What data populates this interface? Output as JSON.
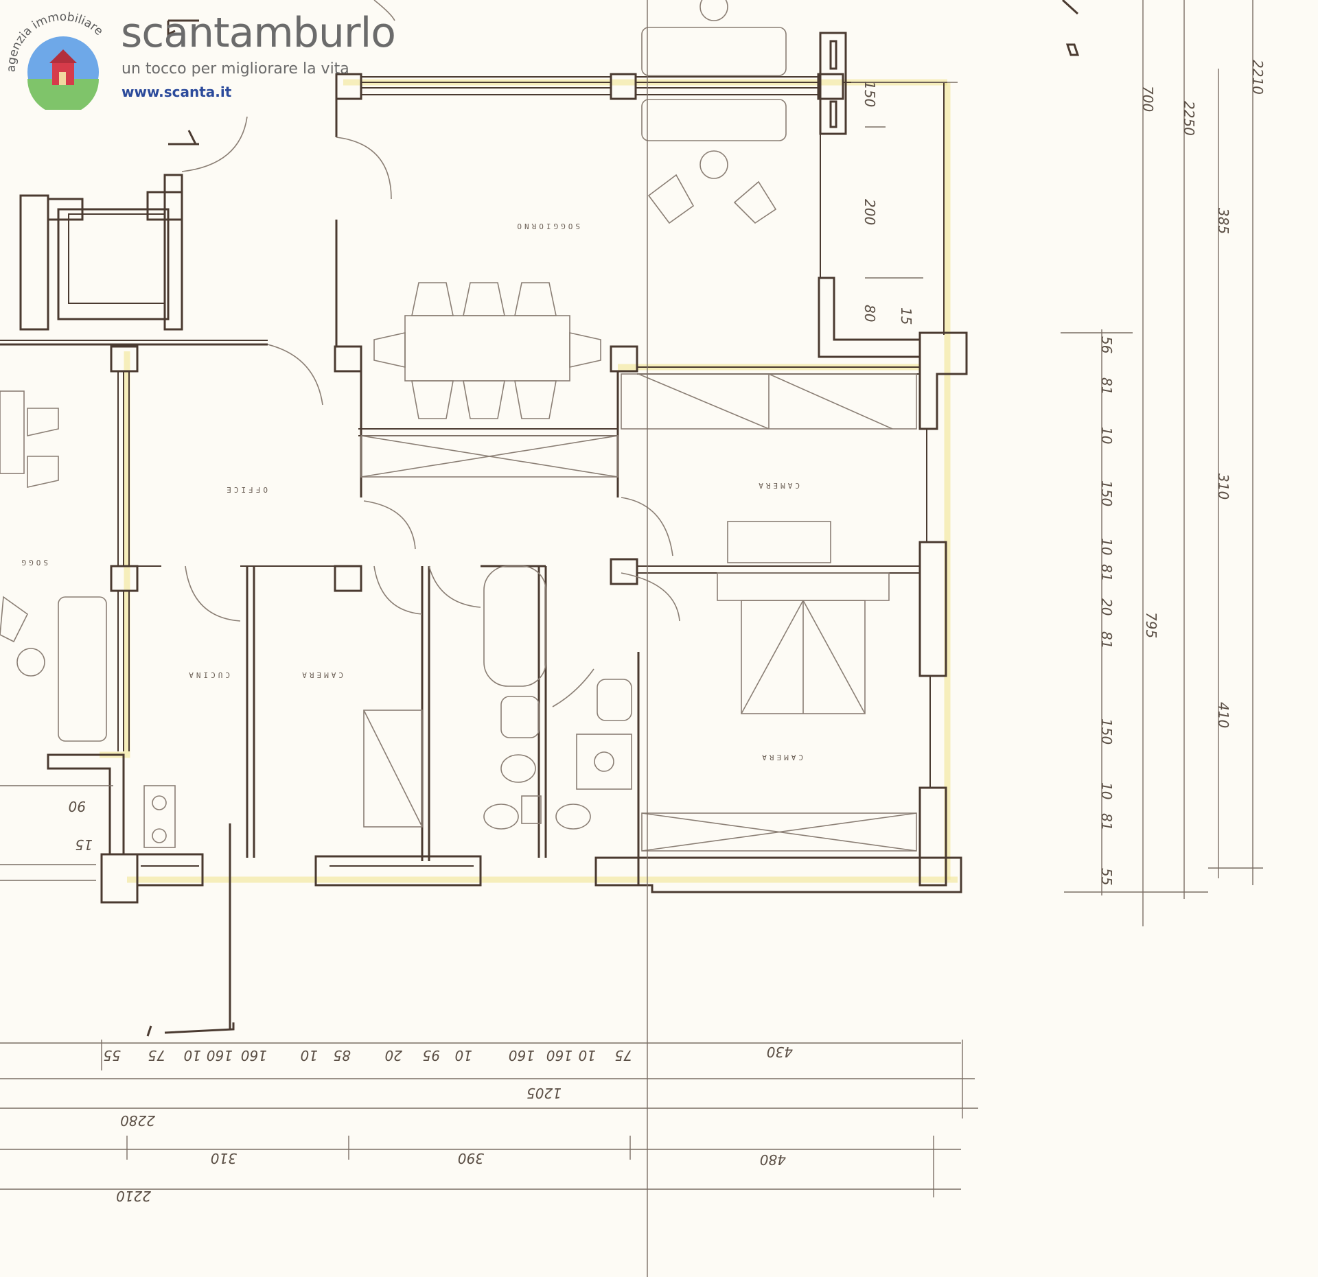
{
  "logo": {
    "badge_text": "agenzia immobiliare",
    "brand": "scantamburlo",
    "tagline": "un tocco per migliorare la vita",
    "url": "www.scanta.it"
  },
  "rooms": {
    "soggiorno": "SOGGIORNO",
    "office": "OFFICE",
    "cucina": "CUCINA",
    "camera_1": "CAMERA",
    "camera_2": "CAMERA",
    "camera_3": "CAMERA",
    "soggiorno_left": "SOGG"
  },
  "dimensions": {
    "right_inner": [
      "150",
      "200",
      "80",
      "15"
    ],
    "right_chain": [
      "56",
      "81",
      "10",
      "150",
      "10",
      "81",
      "20",
      "81",
      "150",
      "10",
      "81",
      "55"
    ],
    "right_total": "795",
    "right_outer": [
      "700",
      "385",
      "310",
      "410"
    ],
    "right_top": [
      "2210",
      "2250"
    ],
    "bottom_chain": [
      "55",
      "75",
      "10",
      "160",
      "160",
      "10",
      "85",
      "20",
      "95",
      "10",
      "160",
      "160",
      "10",
      "75",
      "430"
    ],
    "bottom_total": "1205",
    "bottom_2280": "2280",
    "bottom_outer": [
      "310",
      "390",
      "480"
    ],
    "bottom_2210": "2210",
    "left_small": [
      "90",
      "15"
    ]
  },
  "colors": {
    "wall": "#4a3a30",
    "highlight": "#f1e38a",
    "brand_blue": "#2b4a9b"
  }
}
